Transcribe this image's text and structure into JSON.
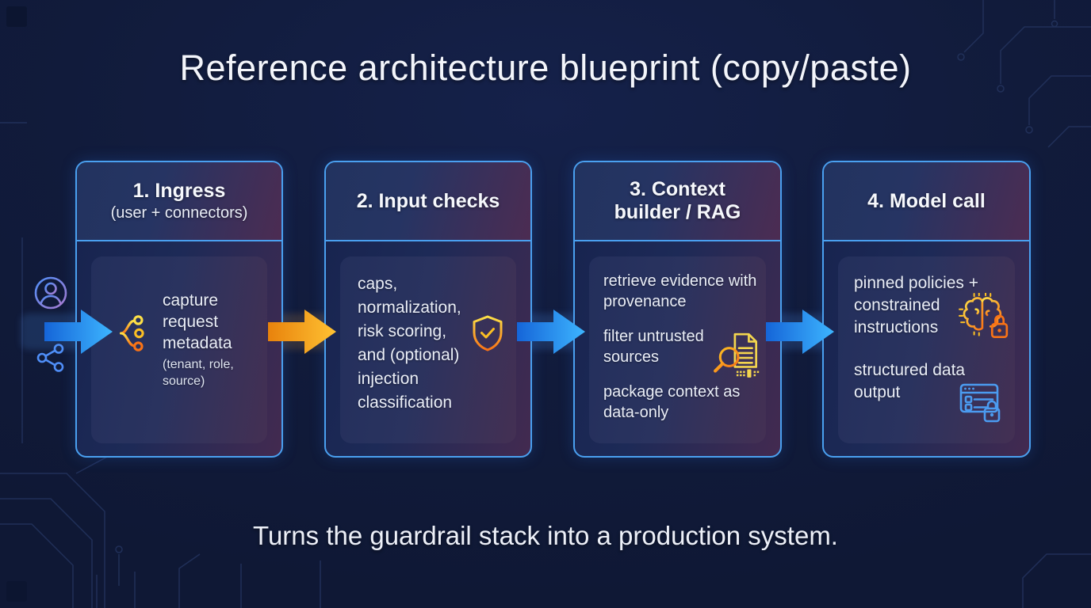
{
  "title": "Reference architecture blueprint (copy/paste)",
  "caption": "Turns the guardrail stack into a production system.",
  "colors": {
    "background": "#111b3b",
    "card_border": "#4aa0f0",
    "arrow_blue": "#2b9df4",
    "arrow_orange": "#f5a623",
    "icon_yellow": "#fbd34d",
    "icon_orange": "#f97316",
    "icon_blue": "#4b9bf0"
  },
  "inputs": {
    "icons": [
      "user-icon",
      "share-icon"
    ]
  },
  "cards": [
    {
      "title": "1. Ingress",
      "subtitle": "(user + connectors)",
      "body": "capture request metadata",
      "note": "(tenant, role, source)",
      "icon": "branch-icon"
    },
    {
      "title": "2. Input checks",
      "body": "caps, normalization, risk scoring, and (optional) injection classification",
      "icon": "shield-check-icon"
    },
    {
      "title": "3. Context builder / RAG",
      "items": [
        "retrieve evidence with provenance",
        "filter untrusted sources",
        "package context as data-only"
      ],
      "icon": "document-search-icon"
    },
    {
      "title": "4. Model call",
      "items": [
        "pinned policies + constrained instructions",
        "structured data output"
      ],
      "icons": [
        "brain-lock-icon",
        "window-lock-icon"
      ]
    }
  ],
  "flow": {
    "arrows": [
      "input-to-ingress",
      "ingress-to-input-checks",
      "input-checks-to-context-builder",
      "context-builder-to-model-call"
    ]
  }
}
